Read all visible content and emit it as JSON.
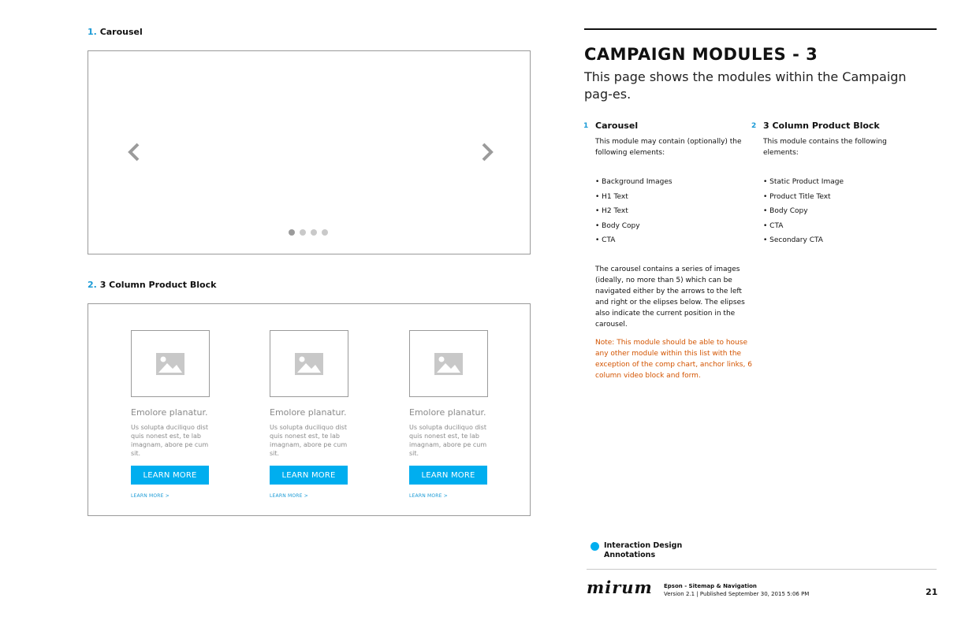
{
  "left": {
    "carousel_label": {
      "num": "1.",
      "text": "Carousel"
    },
    "product_label": {
      "num": "2.",
      "text": "3 Column Product Block"
    },
    "carousel": {
      "total_slides": 4,
      "active_slide": 1
    },
    "products": [
      {
        "title": "Emolore planatur.",
        "body": "Us solupta duciliquo dist quis nonest est, te lab imagnam, abore pe cum sit.",
        "button": "LEARN MORE",
        "link": "LEARN MORE >"
      },
      {
        "title": "Emolore planatur.",
        "body": "Us solupta duciliquo dist quis nonest est, te lab imagnam, abore pe cum sit.",
        "button": "LEARN MORE",
        "link": "LEARN MORE >"
      },
      {
        "title": "Emolore planatur.",
        "body": "Us solupta duciliquo dist quis nonest est, te lab imagnam, abore pe cum sit.",
        "button": "LEARN MORE",
        "link": "LEARN MORE >"
      }
    ]
  },
  "right": {
    "title": "CAMPAIGN MODULES - 3",
    "subtitle": "This page shows the modules within the Campaign pag-es.",
    "col1": {
      "num": "1",
      "heading": "Carousel",
      "intro": "This module may contain (optionally) the following elements:",
      "items": [
        "• Background Images",
        "• H1 Text",
        "• H2 Text",
        "• Body Copy",
        "• CTA"
      ],
      "para": "The carousel contains a series of images (ideally, no more than 5) which can be navigated either by the arrows to the left and right or the elipses below. The elipses also indicate the current position in the carousel.",
      "note": "Note: This module should be able to house any other module within this list with the exception of the comp chart, anchor links, 6 column video block and form."
    },
    "col2": {
      "num": "2",
      "heading": "3 Column Product Block",
      "intro": "This module contains the following elements:",
      "items": [
        "• Static Product Image",
        "• Product Title Text",
        "• Body Copy",
        "• CTA",
        "• Secondary CTA"
      ]
    }
  },
  "footer": {
    "legend_line1": "Interaction Design",
    "legend_line2": "Annotations",
    "brand": "mirum",
    "doc_title": "Epson - Sitemap & Navigation",
    "version": "Version 2.1  |  Published September 30, 2015 5:06 PM",
    "page_number": "21"
  },
  "colors": {
    "accent": "#00aeef",
    "note": "#d35400",
    "label_blue": "#1a9ad6"
  },
  "icons": [
    "chevron-left-icon",
    "chevron-right-icon",
    "image-placeholder-icon",
    "legend-dot-icon"
  ]
}
